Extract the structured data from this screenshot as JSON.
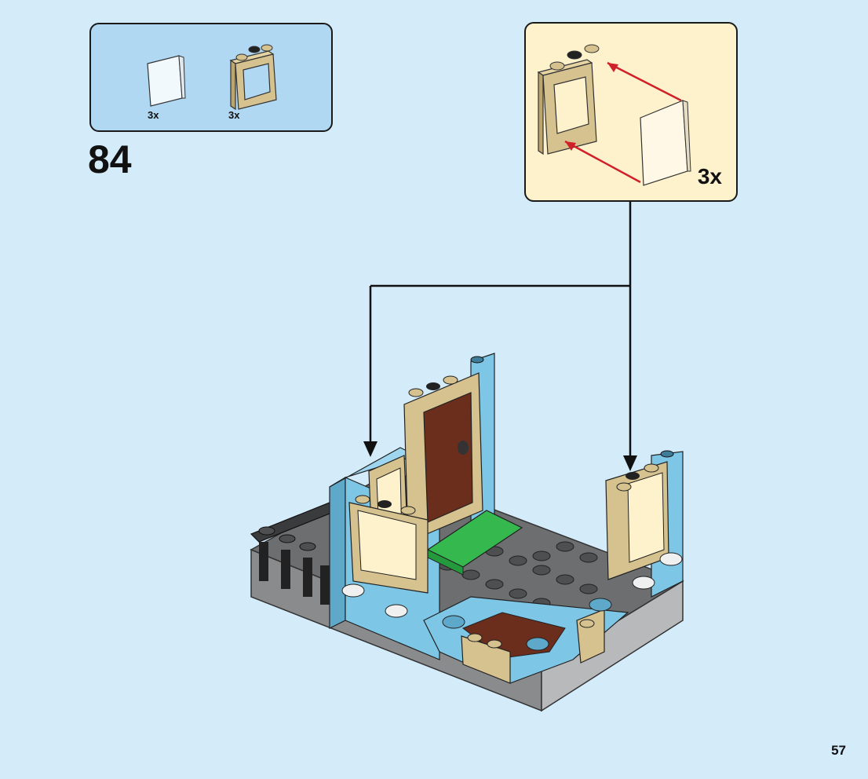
{
  "parts_callout": {
    "items": [
      {
        "name": "glass-pane",
        "qty": "3x"
      },
      {
        "name": "window-frame",
        "qty": "3x"
      }
    ]
  },
  "step": {
    "number": "84"
  },
  "subassembly": {
    "qty": "3x"
  },
  "page": {
    "number": "57"
  },
  "colors": {
    "background": "#d4ebfa",
    "parts_box": "#b0d8f2",
    "subassembly_box": "#fdf2cc",
    "tan": "#d6c28f",
    "medium_azure": "#7ec6e6",
    "dark_gray": "#6d6e70",
    "green": "#35b94f",
    "reddish_brown": "#6b2e1c",
    "arrow_red": "#d0202a"
  }
}
